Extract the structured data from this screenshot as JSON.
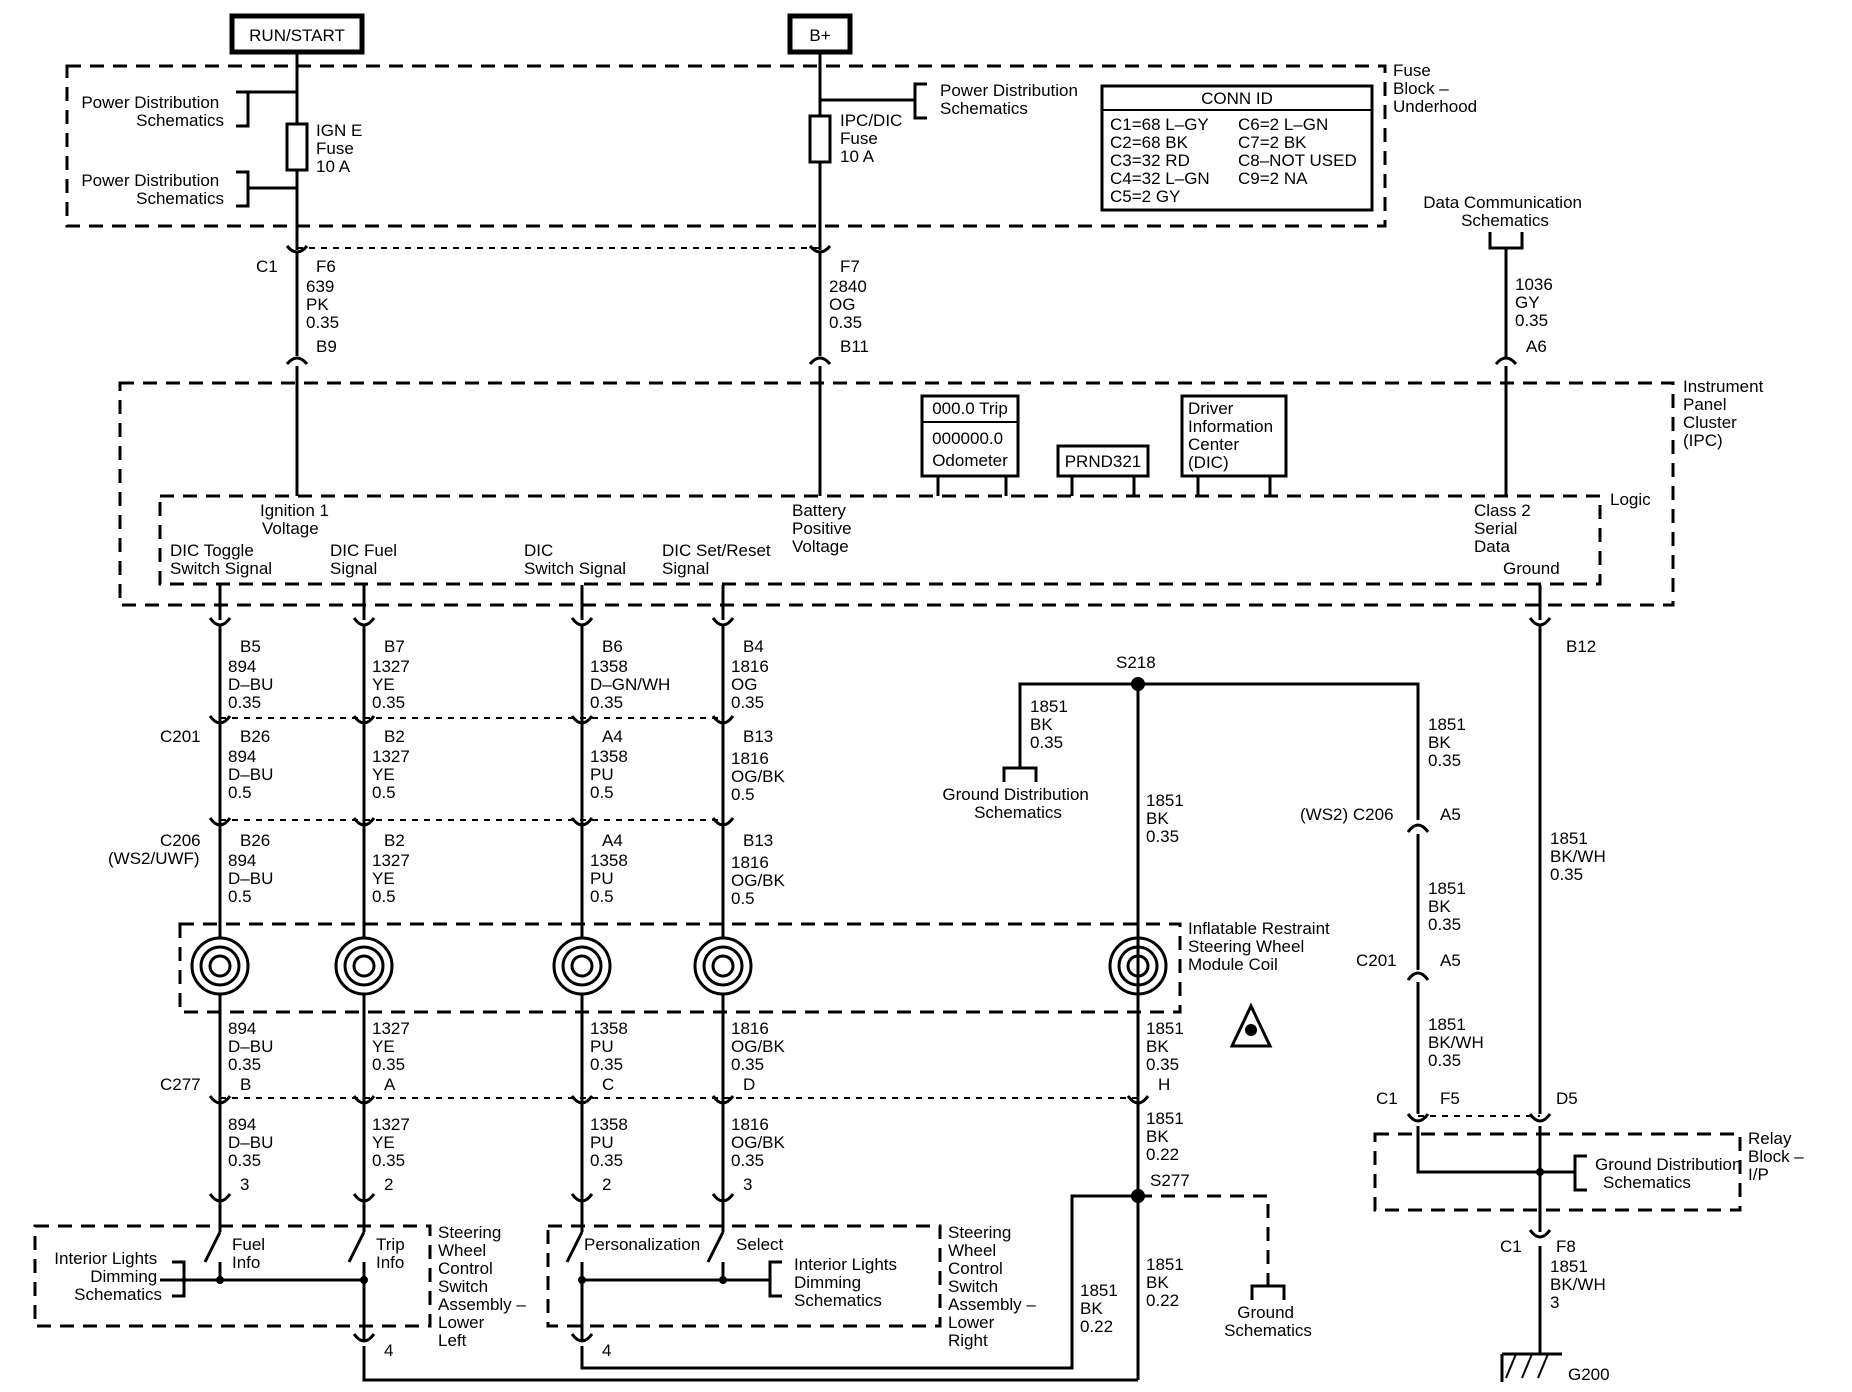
{
  "power_sources": {
    "run_start": "RUN/START",
    "bplus": "B+"
  },
  "fuse_block": {
    "name_lines": [
      "Fuse",
      "Block –",
      "Underhood"
    ],
    "pd_ref": [
      "Power Distribution",
      "Schematics"
    ],
    "ign_fuse": [
      "IGN E",
      "Fuse",
      "10 A"
    ],
    "ipc_fuse": [
      "IPC/DIC",
      "Fuse",
      "10 A"
    ],
    "conn_id": {
      "title": "CONN ID",
      "left": [
        "C1=68 L–GY",
        "C2=68 BK",
        "C3=32 RD",
        "C4=32 L–GN",
        "C5=2 GY"
      ],
      "right": [
        "C6=2 L–GN",
        "C7=2 BK",
        "C8–NOT USED",
        "C9=2 NA"
      ]
    }
  },
  "data_comm_ref": [
    "Data Communication",
    "Schematics"
  ],
  "upper_wires": {
    "c1": "C1",
    "f6": "F6",
    "f7": "F7",
    "b9": "B9",
    "b11": "B11",
    "a6": "A6",
    "w639": [
      "639",
      "PK",
      "0.35"
    ],
    "w2840": [
      "2840",
      "OG",
      "0.35"
    ],
    "w1036": [
      "1036",
      "GY",
      "0.35"
    ]
  },
  "ipc": {
    "name_lines": [
      "Instrument",
      "Panel",
      "Cluster",
      "(IPC)"
    ],
    "trip": "000.0 Trip",
    "odometer": [
      "000000.0",
      "Odometer"
    ],
    "prnd": "PRND321",
    "dic": [
      "Driver",
      "Information",
      "Center",
      "(DIC)"
    ],
    "logic": "Logic",
    "ign_voltage": [
      "Ignition 1",
      "Voltage"
    ],
    "batt_voltage": [
      "Battery",
      "Positive",
      "Voltage"
    ],
    "class2": [
      "Class 2",
      "Serial",
      "Data"
    ],
    "ground": "Ground",
    "dic_toggle": [
      "DIC Toggle",
      "Switch Signal"
    ],
    "dic_fuel": [
      "DIC Fuel",
      "Signal"
    ],
    "dic_switch": [
      "DIC",
      "Switch Signal"
    ],
    "dic_set": [
      "DIC Set/Reset",
      "Signal"
    ]
  },
  "lower_left": {
    "b5": "B5",
    "b7": "B7",
    "b6": "B6",
    "b4": "B4",
    "b12": "B12",
    "w894_035": [
      "894",
      "D–BU",
      "0.35"
    ],
    "w1327_035": [
      "1327",
      "YE",
      "0.35"
    ],
    "w1358_035": [
      "1358",
      "D–GN/WH",
      "0.35"
    ],
    "w1816_035": [
      "1816",
      "OG",
      "0.35"
    ],
    "c201": "C201",
    "b26": "B26",
    "b2": "B2",
    "a4": "A4",
    "b13": "B13",
    "w894_05": [
      "894",
      "D–BU",
      "0.5"
    ],
    "w1327_05": [
      "1327",
      "YE",
      "0.5"
    ],
    "w1358_05": [
      "1358",
      "PU",
      "0.5"
    ],
    "w1816_05": [
      "1816",
      "OG/BK",
      "0.5"
    ],
    "c206": [
      "C206",
      "(WS2/UWF)"
    ],
    "coil": [
      "Inflatable Restraint",
      "Steering Wheel",
      "Module Coil"
    ],
    "w894_b": [
      "894",
      "D–BU",
      "0.35"
    ],
    "w1327_b": [
      "1327",
      "YE",
      "0.35"
    ],
    "w1358_b": [
      "1358",
      "PU",
      "0.35"
    ],
    "w1816_b": [
      "1816",
      "OG/BK",
      "0.35"
    ],
    "w1851_b": [
      "1851",
      "BK",
      "0.35"
    ],
    "c277": "C277",
    "pb": "B",
    "pa": "A",
    "pc": "C",
    "pd": "D",
    "ph": "H",
    "w894_c": [
      "894",
      "D–BU",
      "0.35"
    ],
    "w1327_c": [
      "1327",
      "YE",
      "0.35"
    ],
    "w1358_c": [
      "1358",
      "PU",
      "0.35"
    ],
    "w1816_c": [
      "1816",
      "OG/BK",
      "0.35"
    ],
    "w1851_c": [
      "1851",
      "BK",
      "0.22"
    ],
    "p3": "3",
    "p2": "2",
    "p4": "4"
  },
  "switches": {
    "fuel_info": [
      "Fuel",
      "Info"
    ],
    "trip_info": [
      "Trip",
      "Info"
    ],
    "personalization": "Personalization",
    "select": "Select",
    "interior_ref": [
      "Interior Lights",
      "Dimming",
      "Schematics"
    ],
    "left_name": [
      "Steering",
      "Wheel",
      "Control",
      "Switch",
      "Assembly –",
      "Lower",
      "Left"
    ],
    "right_name": [
      "Steering",
      "Wheel",
      "Control",
      "Switch",
      "Assembly –",
      "Lower",
      "Right"
    ]
  },
  "ground_circuit": {
    "s218": "S218",
    "s277": "S277",
    "w1851_bk_035": [
      "1851",
      "BK",
      "0.35"
    ],
    "w1851_bk_022": [
      "1851",
      "BK",
      "0.22"
    ],
    "ground_dist_ref": [
      "Ground Distribution",
      "Schematics"
    ],
    "ground_ref": [
      "Ground",
      "Schematics"
    ],
    "c206_ws2": "(WS2) C206",
    "a5": "A5",
    "c201": "C201",
    "w1851_bkwh_035": [
      "1851",
      "BK/WH",
      "0.35"
    ],
    "c1": "C1",
    "f5": "F5",
    "d5": "D5",
    "f8": "F8",
    "relay_block": [
      "Relay",
      "Block –",
      "I/P"
    ],
    "w1851_bkwh_3": [
      "1851",
      "BK/WH",
      "3"
    ],
    "g200": "G200"
  }
}
